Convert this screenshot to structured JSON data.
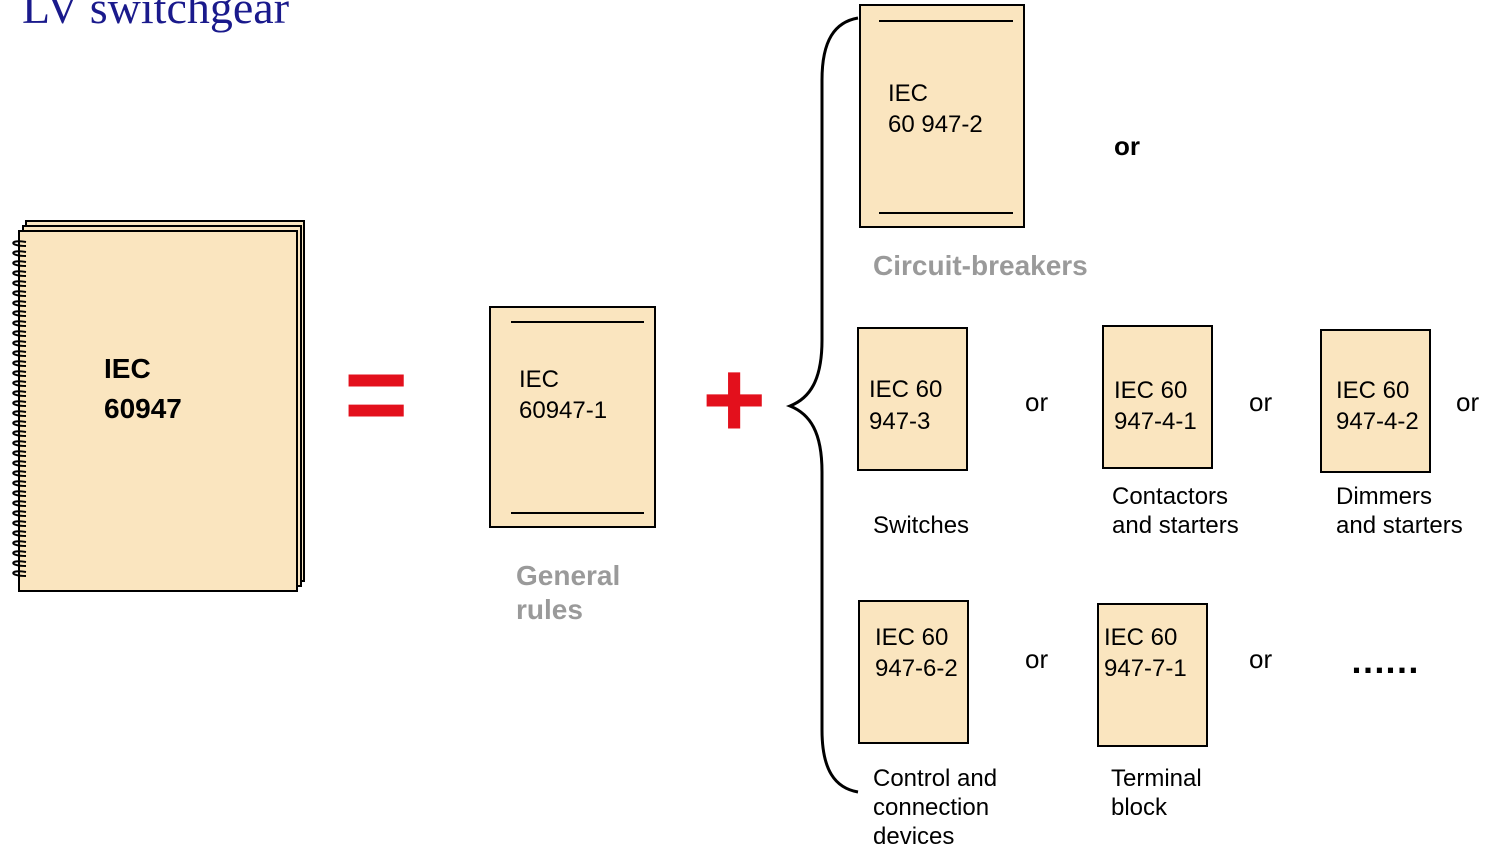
{
  "title": "LV switchgear",
  "main_book": {
    "line1": "IEC",
    "line2": "60947"
  },
  "equals_sign": "=",
  "general": {
    "doc_line1": "IEC",
    "doc_line2": "60947-1",
    "caption_line1": "General",
    "caption_line2": "rules"
  },
  "plus_sign": "+",
  "circuit_breakers": {
    "doc_line1": "IEC",
    "doc_line2": "60 947-2",
    "caption": "Circuit-breakers",
    "or": "or"
  },
  "row2": [
    {
      "doc_line1": "IEC 60",
      "doc_line2": "947-3",
      "caption_line1": "Switches",
      "caption_line2": "",
      "or": "or"
    },
    {
      "doc_line1": "IEC 60",
      "doc_line2": "947-4-1",
      "caption_line1": "Contactors",
      "caption_line2": "and starters",
      "or": "or"
    },
    {
      "doc_line1": "IEC 60",
      "doc_line2": "947-4-2",
      "caption_line1": "Dimmers",
      "caption_line2": "and starters",
      "or": "or"
    }
  ],
  "row3": [
    {
      "doc_line1": "IEC 60",
      "doc_line2": "947-6-2",
      "caption_line1": "Control and",
      "caption_line2": "connection",
      "caption_line3": "devices",
      "or": "or"
    },
    {
      "doc_line1": "IEC 60",
      "doc_line2": "947-7-1",
      "caption_line1": "Terminal",
      "caption_line2": "block",
      "or": "or"
    }
  ],
  "ellipsis": "……",
  "colors": {
    "document_fill": "#fae5bf",
    "title_color": "#1a1a8c",
    "sign_color": "#e3101c",
    "caption_grey": "#9a9a9a"
  }
}
